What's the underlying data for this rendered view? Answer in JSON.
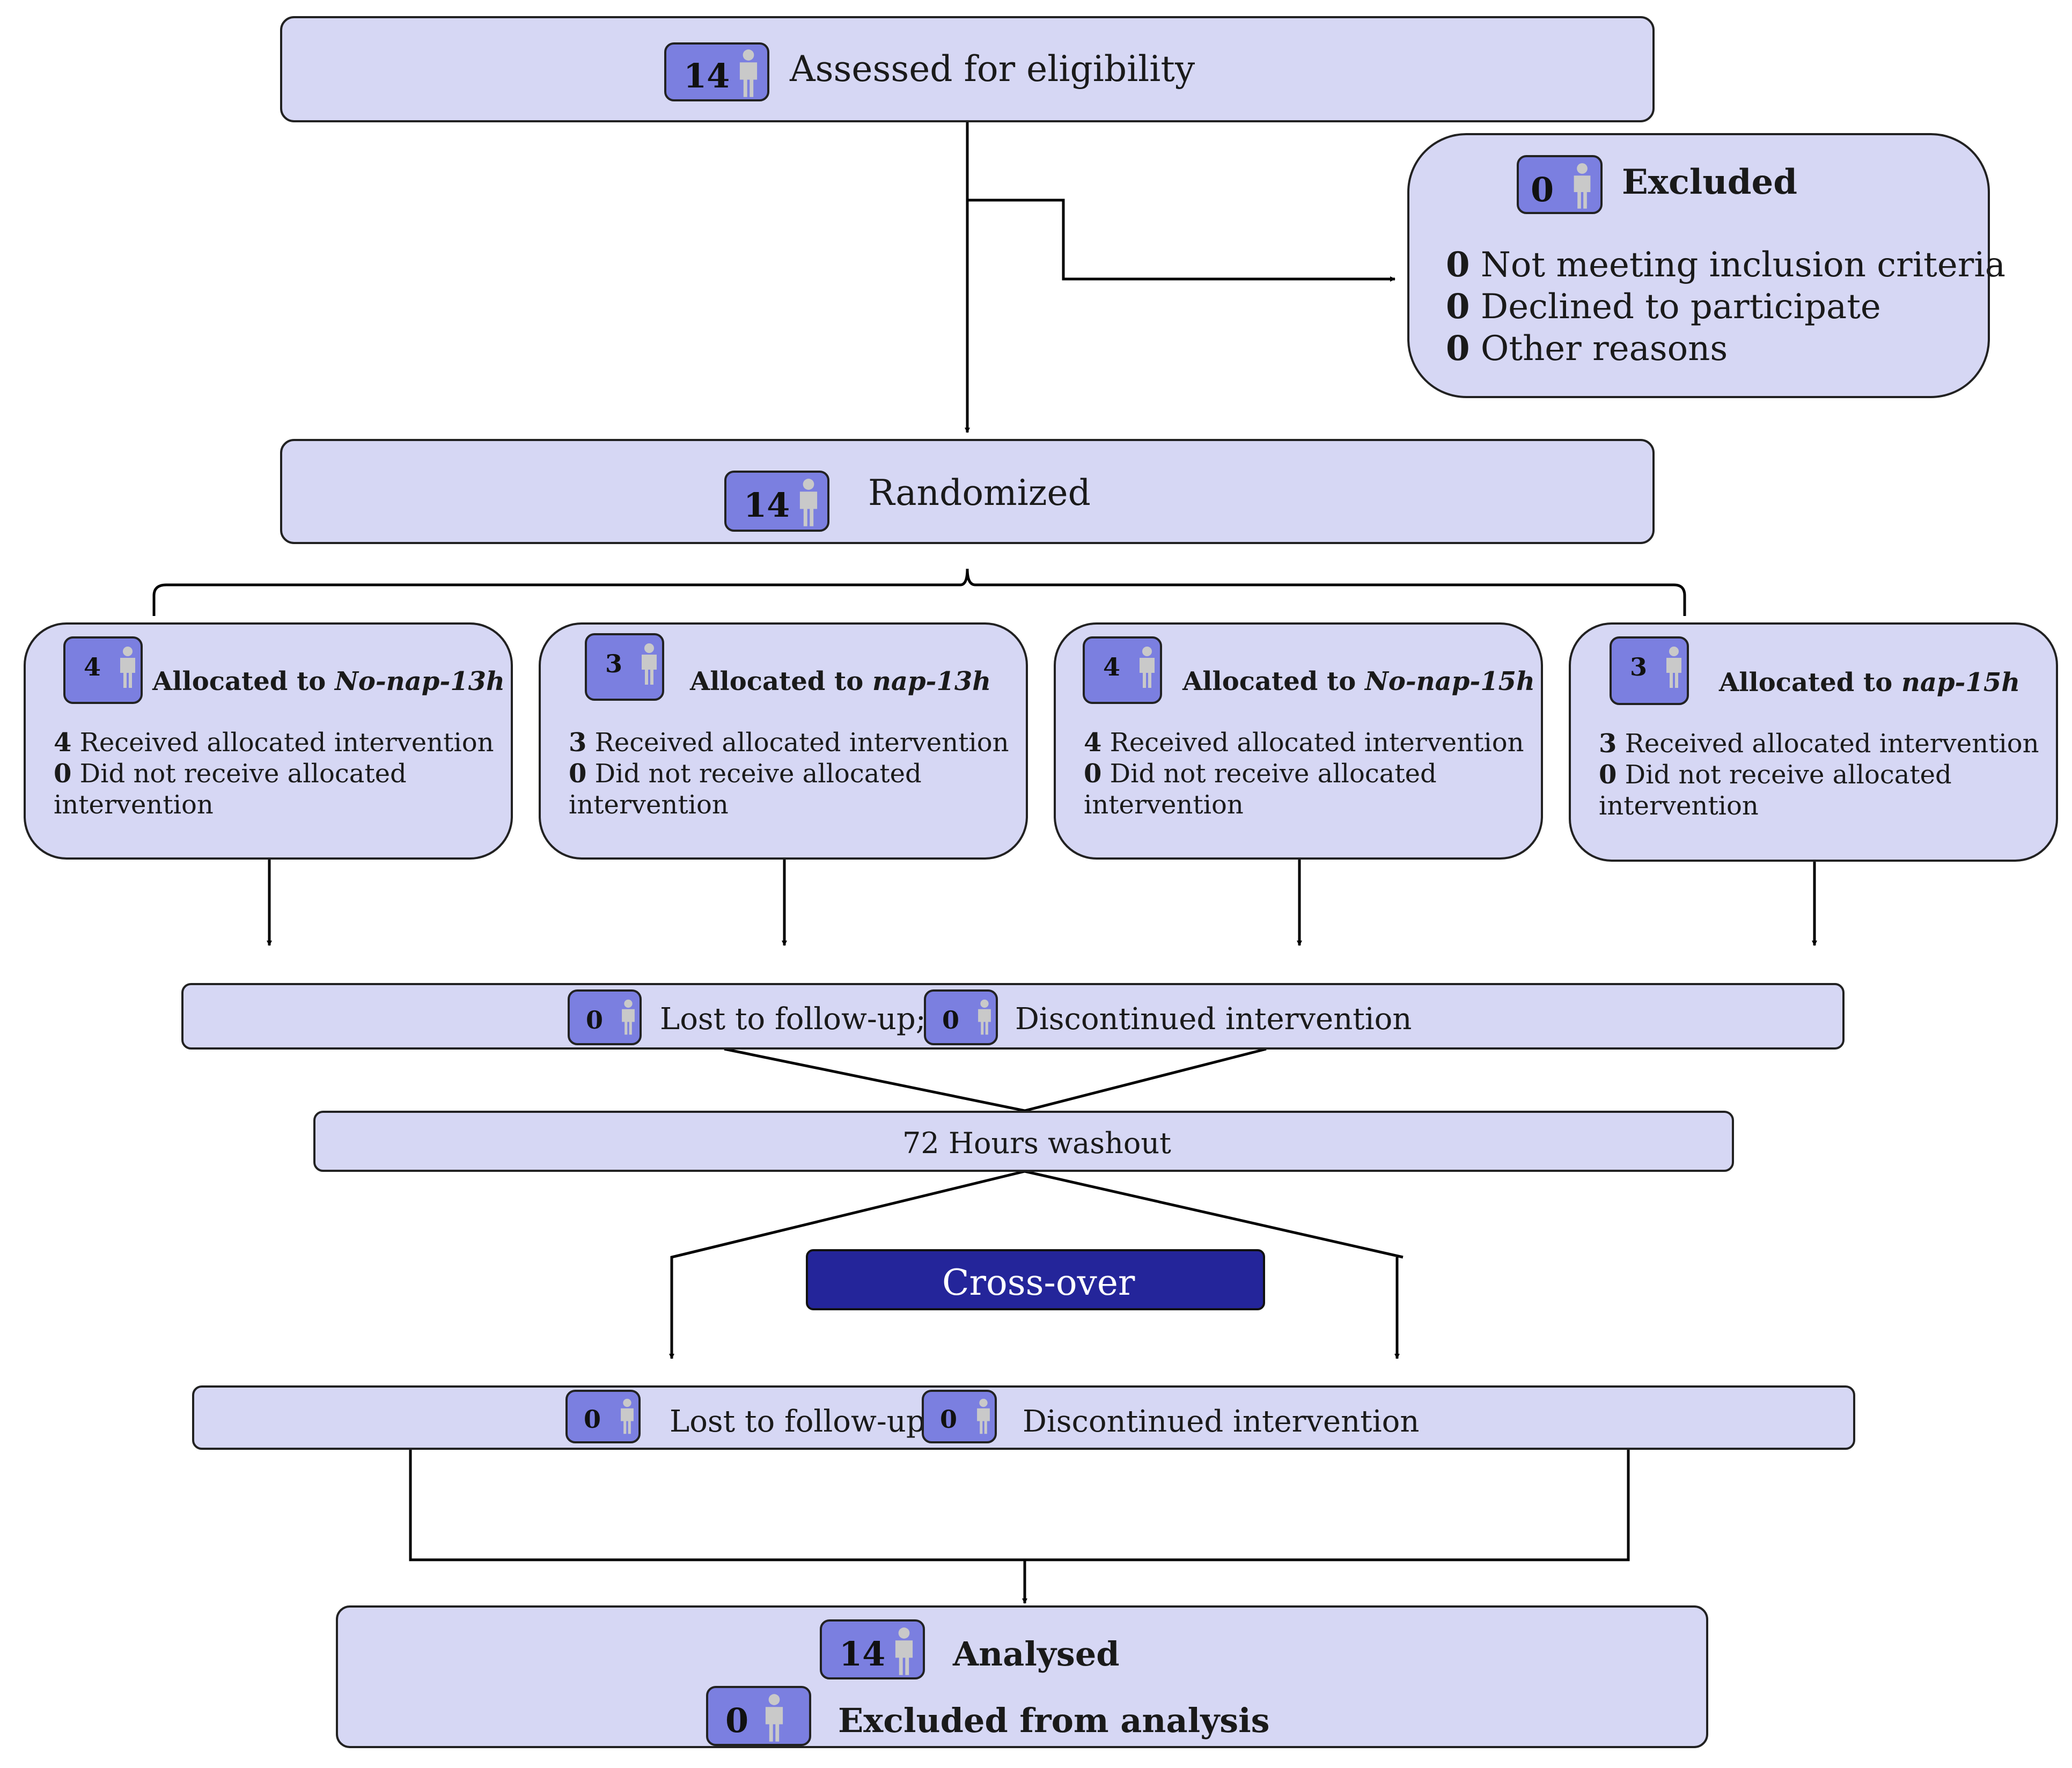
{
  "assessed": {
    "count": "14",
    "label": "Assessed for eligibility"
  },
  "excluded": {
    "count": "0",
    "title": "Excluded",
    "items": [
      {
        "count": "0",
        "text": "Not meeting inclusion criteria"
      },
      {
        "count": "0",
        "text": "Declined to participate"
      },
      {
        "count": "0",
        "text": "Other reasons"
      }
    ]
  },
  "randomized": {
    "count": "14",
    "label": "Randomized"
  },
  "arms": [
    {
      "count": "4",
      "prefix": "Allocated to ",
      "name": "No-nap-13h",
      "received_count": "4",
      "received_text": "Received allocated intervention",
      "not_received_count": "0",
      "not_received_line1": "Did not receive allocated",
      "not_received_line2": "intervention"
    },
    {
      "count": "3",
      "prefix": "Allocated to ",
      "name": "nap-13h",
      "received_count": "3",
      "received_text": "Received allocated intervention",
      "not_received_count": "0",
      "not_received_line1": "Did not receive allocated",
      "not_received_line2": "intervention"
    },
    {
      "count": "4",
      "prefix": "Allocated to ",
      "name": "No-nap-15h",
      "received_count": "4",
      "received_text": "Received allocated intervention",
      "not_received_count": "0",
      "not_received_line1": "Did not receive allocated",
      "not_received_line2": "intervention"
    },
    {
      "count": "3",
      "prefix": "Allocated to ",
      "name": "nap-15h",
      "received_count": "3",
      "received_text": "Received allocated intervention",
      "not_received_count": "0",
      "not_received_line1": "Did not receive allocated",
      "not_received_line2": "intervention"
    }
  ],
  "followup1": {
    "lost_count": "0",
    "lost_label": "Lost to follow-up;",
    "disc_count": "0",
    "disc_label": "Discontinued intervention"
  },
  "washout": {
    "label": "72 Hours washout"
  },
  "crossover": {
    "label": "Cross-over"
  },
  "followup2": {
    "lost_count": "0",
    "lost_label": "Lost to follow-up;",
    "disc_count": "0",
    "disc_label": "Discontinued intervention"
  },
  "analysed": {
    "count": "14",
    "label": "Analysed",
    "excluded_count": "0",
    "excluded_label": "Excluded from analysis"
  },
  "colors": {
    "box_fill": "#d6d7f4",
    "badge_fill": "#7b7fe0",
    "crossover_fill": "#24259a",
    "person_icon": "#c9c9c9"
  }
}
